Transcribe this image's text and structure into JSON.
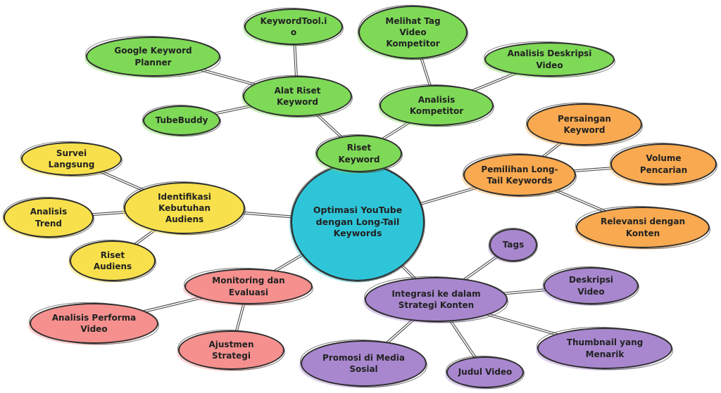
{
  "colors": {
    "central": "#2fc5d8",
    "green": "#7ed957",
    "yellow": "#f7e04b",
    "orange": "#f9a94f",
    "pink": "#f5908e",
    "purple": "#a887cf",
    "outline": "#2e2e2e",
    "edge": "#4a4a4a",
    "background": "#ffffff",
    "text": "#222222"
  },
  "nodes": {
    "central": {
      "label": "Optimasi YouTube\ndengan Long-Tail\nKeywords"
    },
    "riset_keyword": {
      "label": "Riset\nKeyword"
    },
    "alat_riset_keyword": {
      "label": "Alat Riset\nKeyword"
    },
    "google_keyword_planner": {
      "label": "Google Keyword\nPlanner"
    },
    "keywordtool_io": {
      "label": "KeywordTool.i\no"
    },
    "tubebuddy": {
      "label": "TubeBuddy"
    },
    "analisis_kompetitor": {
      "label": "Analisis\nKompetitor"
    },
    "melihat_tag_video_kompetitor": {
      "label": "Melihat Tag\nVideo\nKompetitor"
    },
    "analisis_deskripsi_video": {
      "label": "Analisis Deskripsi\nVideo"
    },
    "pemilihan_long_tail_keywords": {
      "label": "Pemilihan Long-\nTail Keywords"
    },
    "persaingan_keyword": {
      "label": "Persaingan\nKeyword"
    },
    "volume_pencarian": {
      "label": "Volume\nPencarian"
    },
    "relevansi_dengan_konten": {
      "label": "Relevansi dengan\nKonten"
    },
    "identifikasi_kebutuhan_audiens": {
      "label": "Identifikasi\nKebutuhan\nAudiens"
    },
    "survei_langsung": {
      "label": "Survei\nLangsung"
    },
    "analisis_trend": {
      "label": "Analisis\nTrend"
    },
    "riset_audiens": {
      "label": "Riset\nAudiens"
    },
    "monitoring_dan_evaluasi": {
      "label": "Monitoring dan\nEvaluasi"
    },
    "analisis_performa_video": {
      "label": "Analisis Performa\nVideo"
    },
    "ajustmen_strategi": {
      "label": "Ajustmen\nStrategi"
    },
    "integrasi_ke_dalam_strategi_konten": {
      "label": "Integrasi ke dalam\nStrategi Konten"
    },
    "tags": {
      "label": "Tags"
    },
    "deskripsi_video": {
      "label": "Deskripsi\nVideo"
    },
    "thumbnail_yang_menarik": {
      "label": "Thumbnail yang\nMenarik"
    },
    "judul_video": {
      "label": "Judul Video"
    },
    "promosi_di_media_sosial": {
      "label": "Promosi di Media\nSosial"
    }
  },
  "edges": [
    [
      "central",
      "riset_keyword"
    ],
    [
      "riset_keyword",
      "alat_riset_keyword"
    ],
    [
      "riset_keyword",
      "analisis_kompetitor"
    ],
    [
      "alat_riset_keyword",
      "google_keyword_planner"
    ],
    [
      "alat_riset_keyword",
      "keywordtool_io"
    ],
    [
      "alat_riset_keyword",
      "tubebuddy"
    ],
    [
      "analisis_kompetitor",
      "melihat_tag_video_kompetitor"
    ],
    [
      "analisis_kompetitor",
      "analisis_deskripsi_video"
    ],
    [
      "central",
      "pemilihan_long_tail_keywords"
    ],
    [
      "pemilihan_long_tail_keywords",
      "persaingan_keyword"
    ],
    [
      "pemilihan_long_tail_keywords",
      "volume_pencarian"
    ],
    [
      "pemilihan_long_tail_keywords",
      "relevansi_dengan_konten"
    ],
    [
      "central",
      "identifikasi_kebutuhan_audiens"
    ],
    [
      "identifikasi_kebutuhan_audiens",
      "survei_langsung"
    ],
    [
      "identifikasi_kebutuhan_audiens",
      "analisis_trend"
    ],
    [
      "identifikasi_kebutuhan_audiens",
      "riset_audiens"
    ],
    [
      "central",
      "monitoring_dan_evaluasi"
    ],
    [
      "monitoring_dan_evaluasi",
      "analisis_performa_video"
    ],
    [
      "monitoring_dan_evaluasi",
      "ajustmen_strategi"
    ],
    [
      "central",
      "integrasi_ke_dalam_strategi_konten"
    ],
    [
      "integrasi_ke_dalam_strategi_konten",
      "tags"
    ],
    [
      "integrasi_ke_dalam_strategi_konten",
      "deskripsi_video"
    ],
    [
      "integrasi_ke_dalam_strategi_konten",
      "thumbnail_yang_menarik"
    ],
    [
      "integrasi_ke_dalam_strategi_konten",
      "judul_video"
    ],
    [
      "integrasi_ke_dalam_strategi_konten",
      "promosi_di_media_sosial"
    ]
  ]
}
